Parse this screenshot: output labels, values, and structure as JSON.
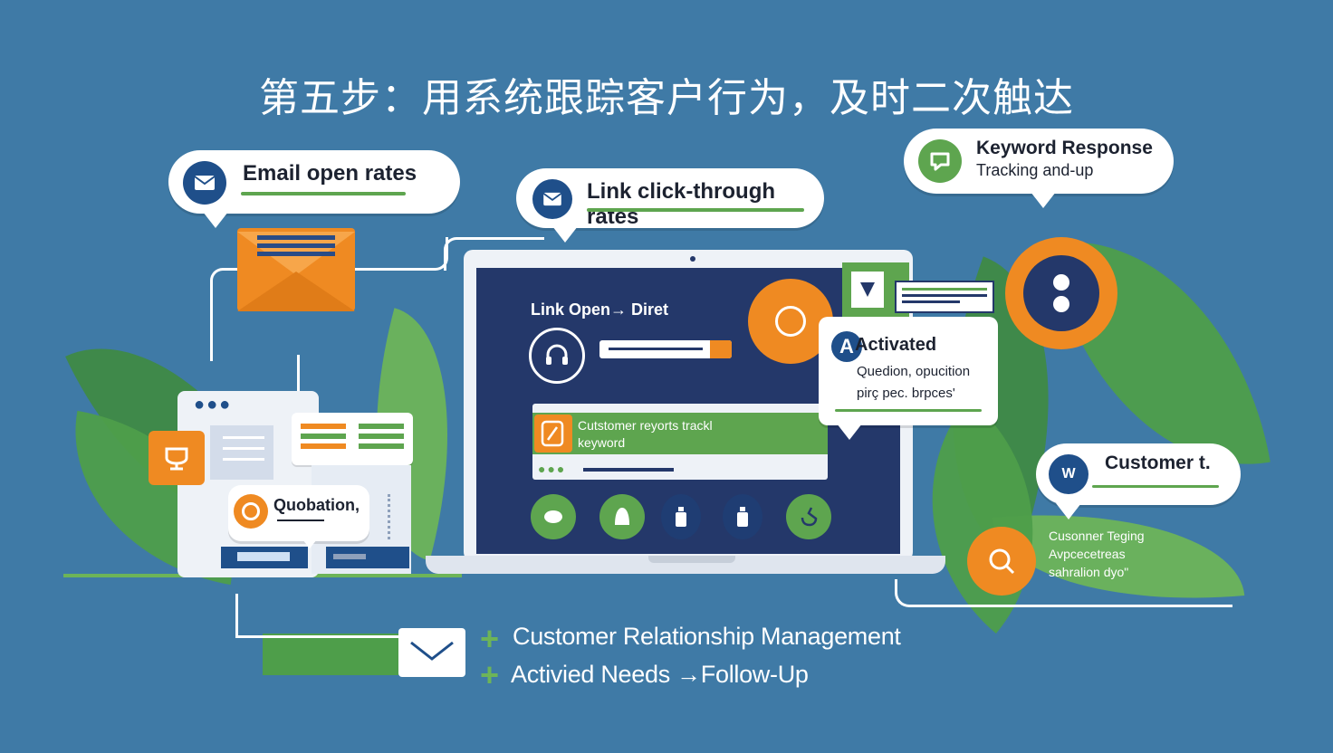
{
  "title": "第五步：用系统跟踪客户行为，及时二次触达",
  "bubbles": {
    "email_open": "Email open rates",
    "link_click": "Link click-through rates",
    "keyword_title": "Keyword Response",
    "keyword_sub": "Tracking and-up",
    "customer_t": "Customer t."
  },
  "laptop": {
    "heading": "Link Open→ Diret",
    "banner_line1": "Cutstomer reyorts trackl",
    "banner_line2": "keyword"
  },
  "activated": {
    "title": "Activated",
    "line1": "Quedion, opucition",
    "line2": "pirç pec. brpces'"
  },
  "quotation": {
    "label": "Quobation,"
  },
  "tagging": {
    "line1": "Cusonner Teging",
    "line2": "Avpcecetreas",
    "line3": "sahralion dyo\""
  },
  "bottom": {
    "line1": "Customer Relationship Management",
    "line2": "Activied Needs →Follow-Up"
  },
  "colors": {
    "background": "#3f7aa6",
    "accent_orange": "#ef8a22",
    "accent_green": "#5ea54f",
    "navy": "#1f4f8a",
    "screen": "#24386a"
  },
  "icons": [
    "envelope-icon",
    "headset-icon",
    "bell-icon",
    "bottle-icon",
    "hand-icon",
    "chat-icon",
    "camera-icon",
    "search-icon"
  ]
}
